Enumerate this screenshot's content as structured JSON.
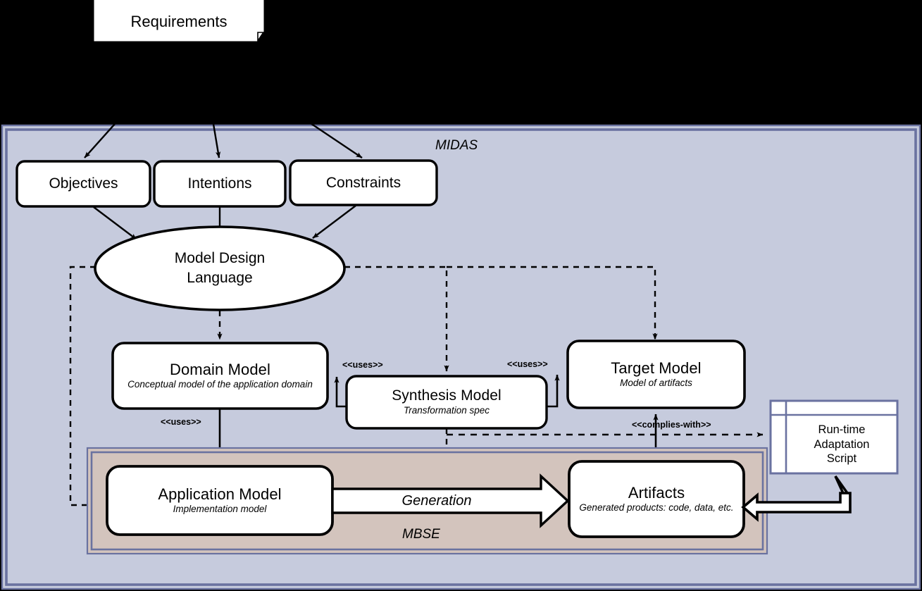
{
  "diagram": {
    "title": "MIDAS / MBSE model-driven adaptation diagram",
    "background": "#000000",
    "colors": {
      "midas_fill": "#c6cbdd",
      "midas_border": "#6a72a0",
      "mbse_fill": "#d3c4bd",
      "mbse_border": "#6a72a0",
      "node_fill": "#ffffff",
      "stroke": "#000000",
      "script_border": "#6a72a0"
    },
    "zones": [
      {
        "id": "midas",
        "label": "MIDAS"
      },
      {
        "id": "mbse",
        "label": "MBSE"
      }
    ],
    "nodes": {
      "requirements": {
        "label": "Requirements",
        "shape": "note"
      },
      "objectives": {
        "label": "Objectives",
        "shape": "rounded-rect"
      },
      "intentions": {
        "label": "Intentions",
        "shape": "rounded-rect"
      },
      "constraints": {
        "label": "Constraints",
        "shape": "rounded-rect"
      },
      "mdl": {
        "label": "Model Design Language",
        "line1": "Model Design",
        "line2": "Language",
        "shape": "ellipse"
      },
      "domain_model": {
        "title": "Domain Model",
        "subtitle": "Conceptual model of the application domain",
        "shape": "rounded-rect"
      },
      "synthesis_model": {
        "title": "Synthesis Model",
        "subtitle": "Transformation spec",
        "shape": "rounded-rect"
      },
      "target_model": {
        "title": "Target Model",
        "subtitle": "Model of artifacts",
        "shape": "rounded-rect"
      },
      "application_model": {
        "title": "Application Model",
        "subtitle": "Implementation model",
        "shape": "rounded-rect"
      },
      "artifacts": {
        "title": "Artifacts",
        "subtitle": "Generated products: code, data, etc.",
        "shape": "rounded-rect"
      },
      "runtime_script": {
        "line1": "Run-time",
        "line2": "Adaptation",
        "line3": "Script",
        "shape": "script-document"
      }
    },
    "edge_labels": {
      "uses_domain_synthesis": "<<uses>>",
      "uses_synthesis_target": "<<uses>>",
      "uses_domain_application": "<<uses>>",
      "complies_with": "<<complies-with>>",
      "generation": "Generation"
    }
  }
}
